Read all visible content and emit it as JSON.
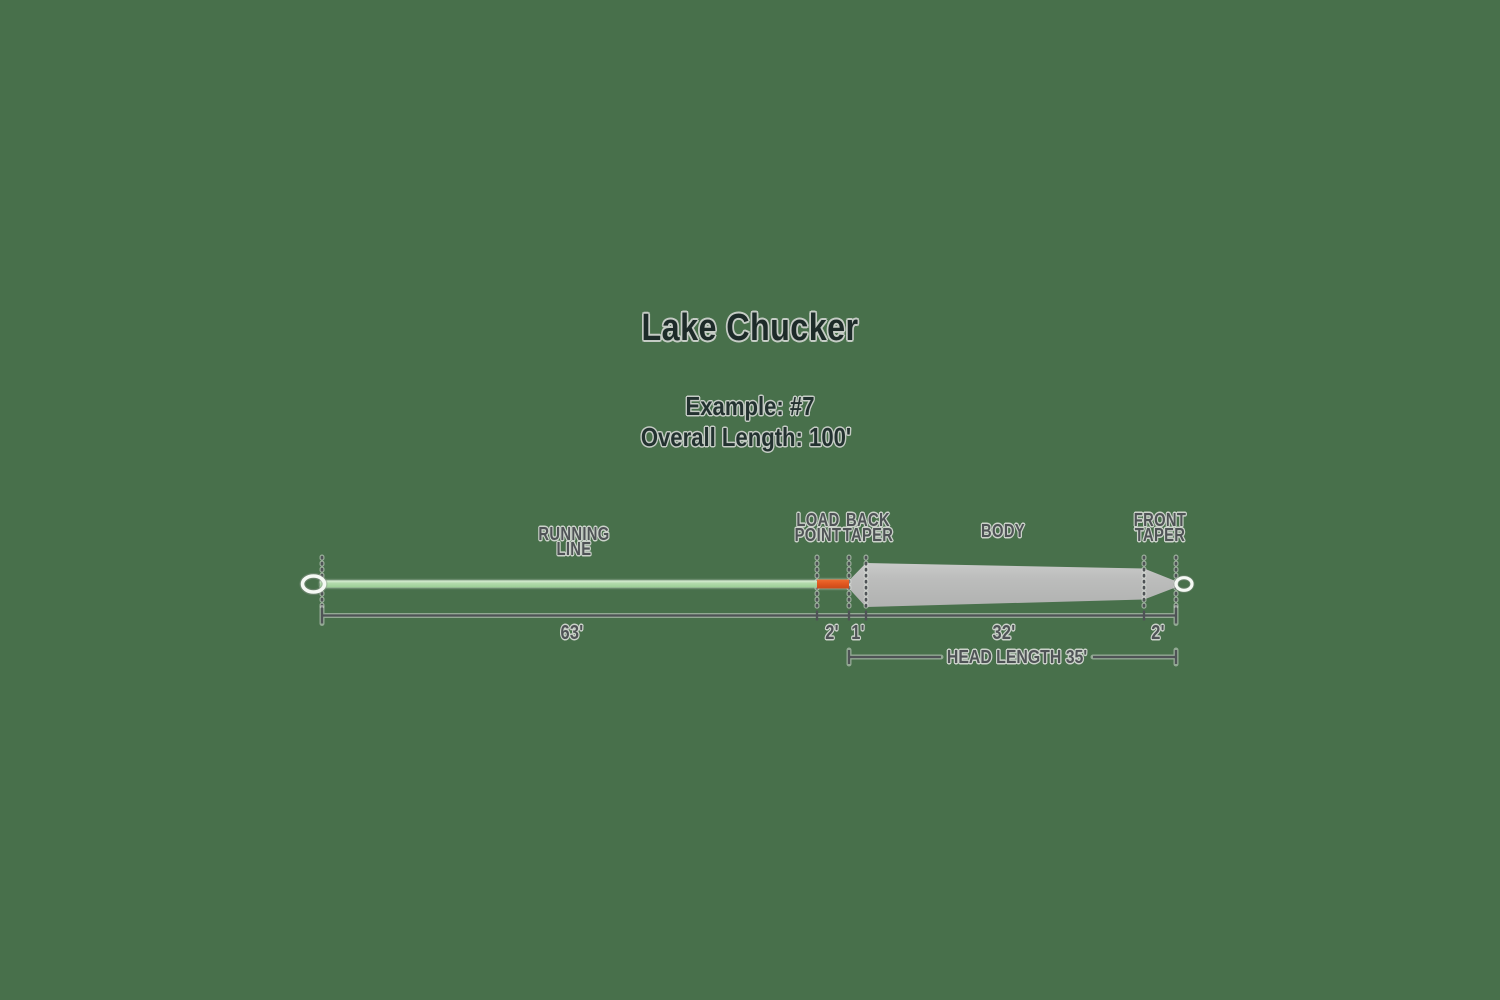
{
  "page": {
    "background_color": "#48704B"
  },
  "header": {
    "title": "Lake Chucker",
    "example": "Example: #7",
    "overall_length": "Overall Length: 100'"
  },
  "diagram": {
    "sections": [
      {
        "id": "running-line",
        "label_line1": "RUNNING",
        "label_line2": "LINE",
        "length_label": "63'"
      },
      {
        "id": "load-point",
        "label_line1": "LOAD",
        "label_line2": "POINT",
        "length_label": "2'"
      },
      {
        "id": "back-taper",
        "label_line1": "BACK",
        "label_line2": "TAPER",
        "length_label": "1'"
      },
      {
        "id": "body",
        "label_line1": "BODY",
        "label_line2": "",
        "length_label": "32'"
      },
      {
        "id": "front-taper",
        "label_line1": "FRONT",
        "label_line2": "TAPER",
        "length_label": "2'"
      }
    ],
    "head_length_label": "HEAD LENGTH 35'",
    "segment_lengths_feet": {
      "running_line": 63,
      "load_point": 2,
      "back_taper": 1,
      "body": 32,
      "front_taper": 2,
      "head_length": 35,
      "overall": 100
    },
    "colors": {
      "background": "#48704B",
      "running_line": "#aed8a8",
      "load_point": "#e05a24",
      "body_gray": "#bcbdbc",
      "dimension_gray": "#4f5356",
      "label_dark": "#4f5356",
      "title_dark": "#1d2b29",
      "loop_white": "#f5f9f4"
    }
  }
}
